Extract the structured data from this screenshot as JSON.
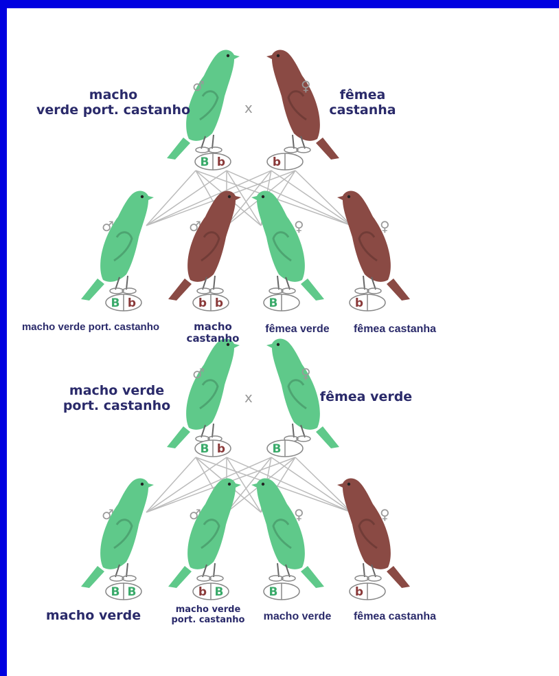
{
  "colors": {
    "green": "#5fc98a",
    "brown": "#8a4a44",
    "border": "#0000e0",
    "text": "#2a2a6a",
    "allele_green": "#3aaa6a",
    "allele_brown": "#8a3a3a"
  },
  "cross1": {
    "parent_male_label": "macho\nverde port. castanho",
    "parent_female_label": "fêmea\ncastanha",
    "cross_symbol": "x",
    "male_symbol": "♂",
    "female_symbol": "♀",
    "parent_male_alleles": [
      "B",
      "b"
    ],
    "parent_female_alleles": [
      "b",
      ""
    ],
    "offspring": [
      {
        "label": "macho verde port. castanho",
        "alleles": [
          "B",
          "b"
        ],
        "color": "green",
        "sex": "♂"
      },
      {
        "label": "macho\ncastanho",
        "alleles": [
          "b",
          "b"
        ],
        "color": "brown",
        "sex": "♂"
      },
      {
        "label": "fêmea verde",
        "alleles": [
          "B",
          ""
        ],
        "color": "green",
        "sex": "♀"
      },
      {
        "label": "fêmea castanha",
        "alleles": [
          "b",
          ""
        ],
        "color": "brown",
        "sex": "♀"
      }
    ]
  },
  "cross2": {
    "parent_male_label": "macho verde\nport. castanho",
    "parent_female_label": "fêmea verde",
    "cross_symbol": "x",
    "parent_male_alleles": [
      "B",
      "b"
    ],
    "parent_female_alleles": [
      "B",
      ""
    ],
    "offspring": [
      {
        "label": "macho verde",
        "alleles": [
          "B",
          "B"
        ],
        "color": "green",
        "sex": "♂"
      },
      {
        "label": "macho verde\nport. castanho",
        "alleles": [
          "b",
          "B"
        ],
        "color": "green",
        "sex": "♂"
      },
      {
        "label": "macho verde",
        "alleles": [
          "B",
          ""
        ],
        "color": "green",
        "sex": "♀"
      },
      {
        "label": "fêmea castanha",
        "alleles": [
          "b",
          ""
        ],
        "color": "brown",
        "sex": "♀"
      }
    ]
  }
}
